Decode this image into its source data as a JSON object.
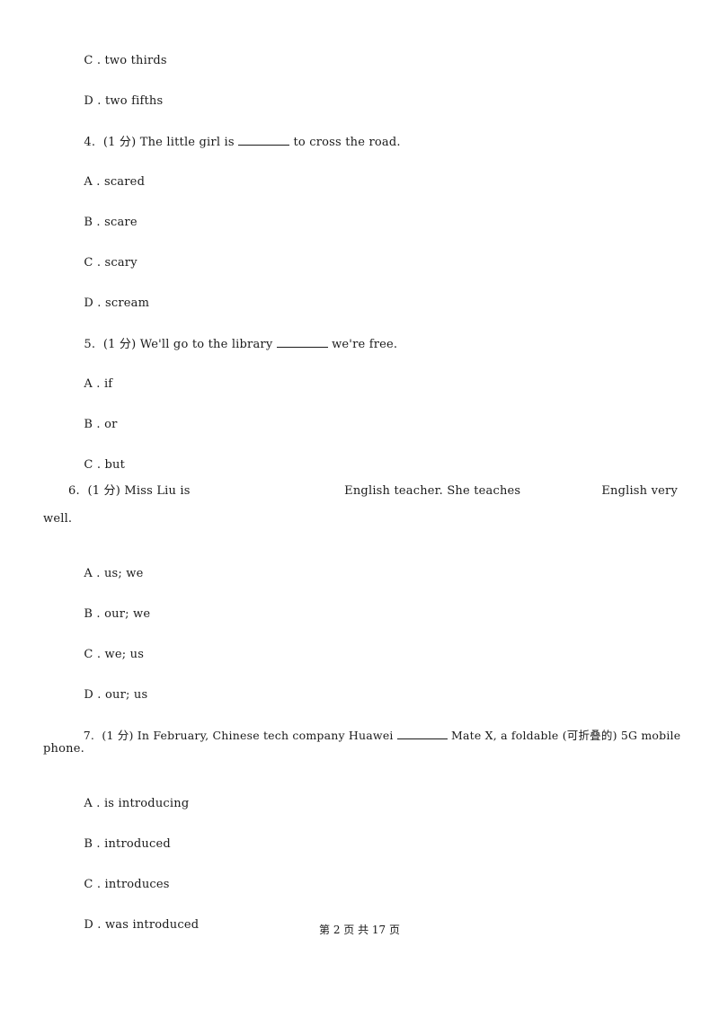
{
  "prev_options": [
    {
      "letter": "C .",
      "text": "two thirds"
    },
    {
      "letter": "D .",
      "text": "two fifths"
    }
  ],
  "q4": {
    "num": "4.",
    "score": "(1 分)",
    "before": "The little girl is",
    "after": "to cross the road.",
    "options": [
      {
        "letter": "A .",
        "text": "scared"
      },
      {
        "letter": "B .",
        "text": "scare"
      },
      {
        "letter": "C .",
        "text": "scary"
      },
      {
        "letter": "D .",
        "text": "scream"
      }
    ]
  },
  "q5": {
    "num": "5.",
    "score": "(1 分)",
    "before": "We'll go to the library",
    "after": "we're free.",
    "options": [
      {
        "letter": "A .",
        "text": "if"
      },
      {
        "letter": "B .",
        "text": "or"
      },
      {
        "letter": "C .",
        "text": "but"
      }
    ]
  },
  "q6": {
    "num": "6.",
    "score": "(1 分)",
    "part1": "Miss Liu is",
    "part2": "English teacher. She teaches",
    "part3": "English very",
    "continuation": "well.",
    "options": [
      {
        "letter": "A .",
        "text": "us; we"
      },
      {
        "letter": "B .",
        "text": "our; we"
      },
      {
        "letter": "C .",
        "text": "we; us"
      },
      {
        "letter": "D .",
        "text": "our; us"
      }
    ]
  },
  "q7": {
    "num": "7.",
    "score": "(1 分)",
    "before": "In February, Chinese tech company Huawei",
    "after": "Mate X, a foldable (可折叠的) 5G mobile",
    "continuation": "phone.",
    "options": [
      {
        "letter": "A .",
        "text": "is introducing"
      },
      {
        "letter": "B .",
        "text": "introduced"
      },
      {
        "letter": "C .",
        "text": "introduces"
      },
      {
        "letter": "D .",
        "text": "was introduced"
      }
    ]
  },
  "footer": "第 2 页 共 17 页"
}
